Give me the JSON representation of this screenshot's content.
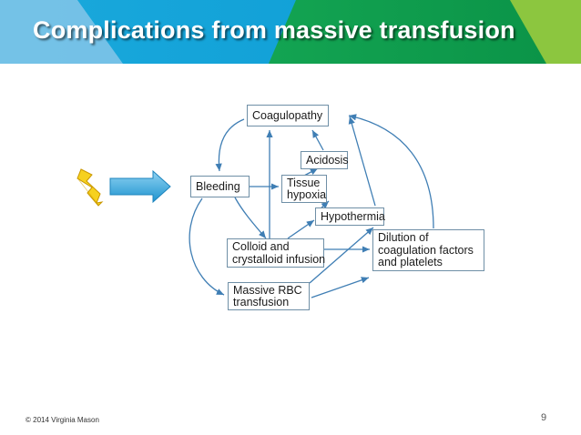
{
  "slide": {
    "title": "Complications from massive transfusion",
    "page_number": "9",
    "copyright": "© 2014 Virginia Mason"
  },
  "colors": {
    "banner_blue_light": "#7ec4e8",
    "banner_blue": "#0fa1d6",
    "banner_green": "#0e9e4e",
    "banner_lime": "#8cc63f",
    "node_border": "#6f8fa6",
    "arrow": "#3f7eb4",
    "bolt": "#f6d11f",
    "big_arrow": "#2ea6de"
  },
  "icons": {
    "lightning": "lightning-bolt-icon",
    "pointer": "right-arrow-icon"
  },
  "diagram": {
    "nodes": {
      "coagulopathy": "Coagulopathy",
      "acidosis": "Acidosis",
      "bleeding": "Bleeding",
      "tissue_hypoxia": [
        "Tissue",
        "hypoxia"
      ],
      "hypothermia": "Hypothermia",
      "colloid": [
        "Colloid and",
        "crystalloid infusion"
      ],
      "dilution": [
        "Dilution of",
        "coagulation factors",
        "and platelets"
      ],
      "massive_rbc": [
        "Massive RBC",
        "transfusion"
      ]
    }
  }
}
